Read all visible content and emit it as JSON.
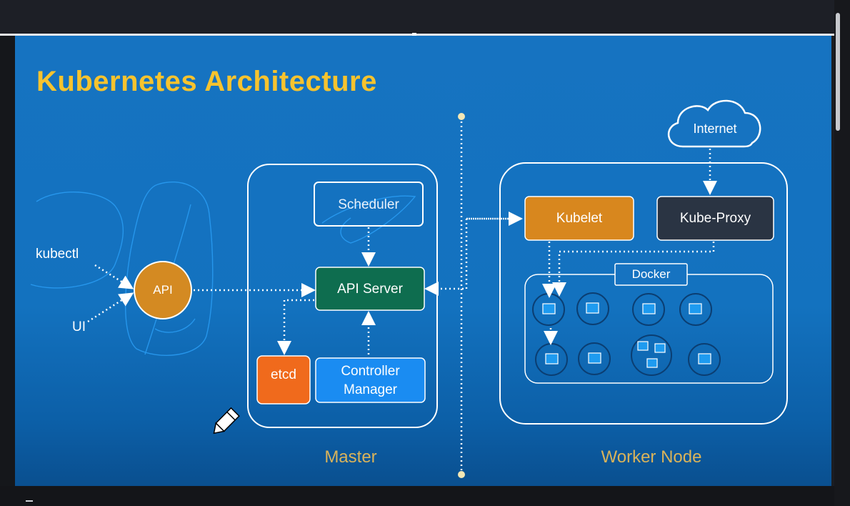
{
  "slide": {
    "title": "Kubernetes Architecture",
    "clients": {
      "kubectl": "kubectl",
      "ui": "UI"
    },
    "api_node": "API",
    "master": {
      "label": "Master",
      "scheduler": "Scheduler",
      "api_server": "API Server",
      "etcd": "etcd",
      "controller_manager": [
        "Controller",
        "Manager"
      ]
    },
    "worker": {
      "label": "Worker Node",
      "kubelet": "Kubelet",
      "kube_proxy": "Kube-Proxy",
      "docker": "Docker",
      "internet": "Internet"
    }
  },
  "colors": {
    "slide_background": "#1673c1",
    "title": "#f7c32e",
    "section_label": "#d9b35a",
    "api_node": "#d48a22",
    "api_server": "#0e6d4f",
    "etcd": "#f06a1c",
    "controller_manager": "#1a8cf2",
    "kubelet": "#d8871e",
    "kube_proxy": "#2a3443",
    "container": "#1e9bf0"
  },
  "icons": {
    "internet": "cloud-icon",
    "annotation_tool": "pencil-cursor-icon"
  }
}
